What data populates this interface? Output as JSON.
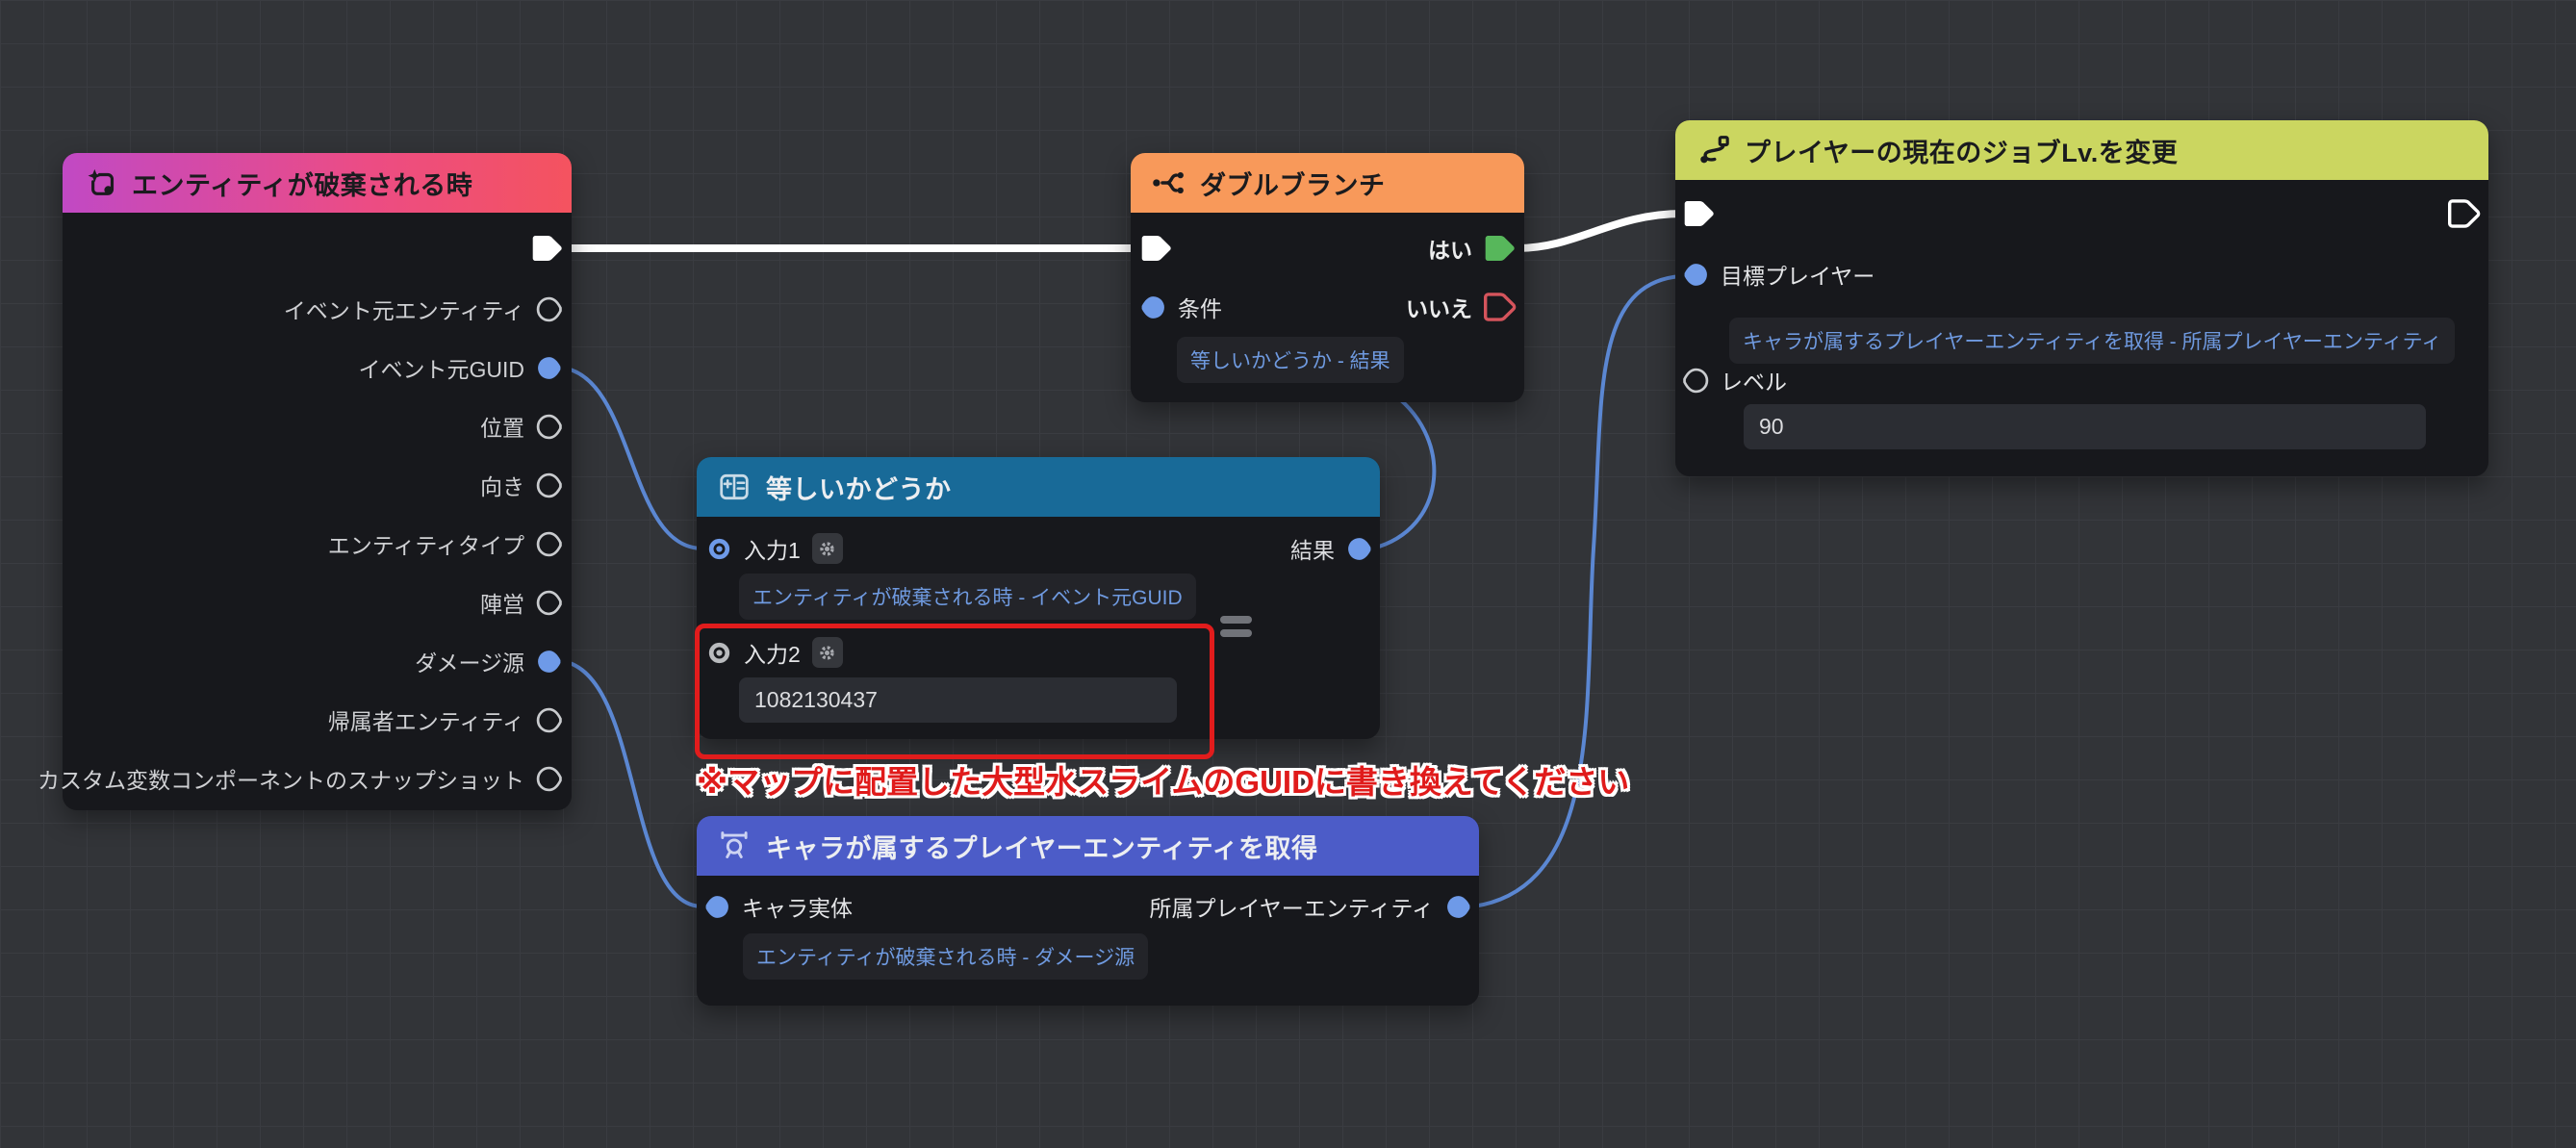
{
  "canvas": {
    "background": "#323438",
    "grid_color": "#3a3c41"
  },
  "colors": {
    "exec_wire": "#ffffff",
    "data_wire": "#5b87d2",
    "port_blue": "#6e9ae8",
    "yes_green": "#57b75b",
    "no_red": "#d5545c",
    "highlight_red": "#e11c1c",
    "chip_text": "#6f9ae0",
    "header_event_gradient": [
      "#c149c4",
      "#f4535f"
    ],
    "header_branch": "#f8995a",
    "header_job": "#cbd660",
    "header_equals": "#186a98",
    "header_get_player": "#4c5cc8"
  },
  "nodes": {
    "entity_destroyed": {
      "title": "エンティティが破棄される時",
      "ports": [
        {
          "label": "イベント元エンティティ",
          "filled": false
        },
        {
          "label": "イベント元GUID",
          "filled": true
        },
        {
          "label": "位置",
          "filled": false
        },
        {
          "label": "向き",
          "filled": false
        },
        {
          "label": "エンティティタイプ",
          "filled": false
        },
        {
          "label": "陣営",
          "filled": false
        },
        {
          "label": "ダメージ源",
          "filled": true
        },
        {
          "label": "帰属者エンティティ",
          "filled": false
        },
        {
          "label": "カスタム変数コンポーネントのスナップショット",
          "filled": false
        }
      ]
    },
    "double_branch": {
      "title": "ダブルブランチ",
      "yes_label": "はい",
      "no_label": "いいえ",
      "condition_label": "条件",
      "condition_chip": "等しいかどうか - 結果"
    },
    "change_job_lv": {
      "title": "プレイヤーの現在のジョブLv.を変更",
      "target_label": "目標プレイヤー",
      "target_chip": "キャラが属するプレイヤーエンティティを取得 - 所属プレイヤーエンティティ",
      "level_label": "レベル",
      "level_value": "90"
    },
    "equals": {
      "title": "等しいかどうか",
      "input1_label": "入力1",
      "input1_chip": "エンティティが破棄される時 - イベント元GUID",
      "input2_label": "入力2",
      "input2_value": "1082130437",
      "result_label": "結果",
      "operator": "="
    },
    "get_player_entity": {
      "title": "キャラが属するプレイヤーエンティティを取得",
      "input_label": "キャラ実体",
      "input_chip": "エンティティが破棄される時 - ダメージ源",
      "output_label": "所属プレイヤーエンティティ"
    }
  },
  "annotation": {
    "text": "※マップに配置した大型水スライムのGUIDに書き換えてください",
    "color": "#e01b1b"
  }
}
